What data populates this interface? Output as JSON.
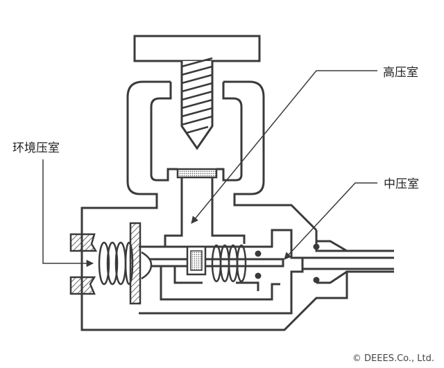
{
  "labels": {
    "environment_chamber": "环境压室",
    "high_pressure_chamber": "高压室",
    "mid_pressure_chamber": "中压室"
  },
  "copyright": "© DEEES.Co., Ltd.",
  "colors": {
    "line": "#3a3a3a",
    "background": "#ffffff"
  }
}
